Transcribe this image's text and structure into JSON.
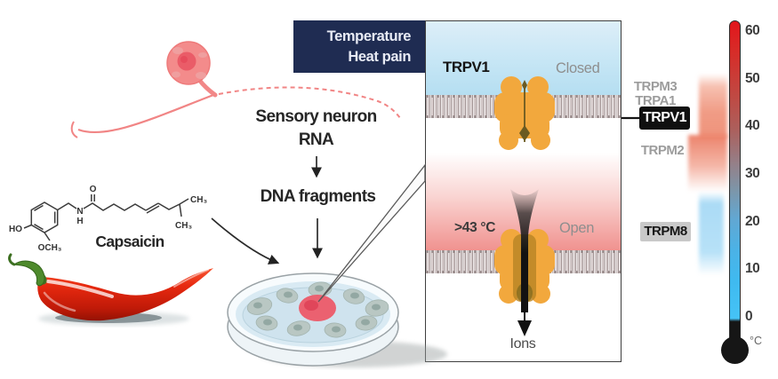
{
  "banner": {
    "line1": "Temperature",
    "line2": "Heat pain",
    "bg_color": "#1f2c52"
  },
  "workflow": {
    "sensory_neuron": "Sensory neuron",
    "rna": "RNA",
    "dna_fragments": "DNA fragments"
  },
  "capsaicin": {
    "name": "Capsaicin",
    "atoms": {
      "ho": "HO",
      "o": "O",
      "n": "N",
      "h": "H",
      "och3": "OCH₃",
      "ch3_top": "CH₃",
      "ch3_bottom": "CH₃"
    }
  },
  "membrane_panel": {
    "channel_name": "TRPV1",
    "state_closed": "Closed",
    "state_open": "Open",
    "threshold": ">43 °C",
    "ions_label": "Ions",
    "channel_color": "#f2a83d"
  },
  "thermometer": {
    "unit": "°C",
    "scale_min": 0,
    "scale_max": 60,
    "ticks": [
      "60",
      "50",
      "40",
      "30",
      "20",
      "10",
      "0"
    ],
    "hot_color": "#e2161c",
    "cold_color": "#45c3f6",
    "channel_labels": [
      {
        "label": "TRPM3",
        "style": "plain",
        "activation_range_c": "~40–51"
      },
      {
        "label": "TRPA1",
        "style": "plain",
        "activation_range_c": "~40–51"
      },
      {
        "label": "TRPV1",
        "style": "highlighted-black-box",
        "activation_range_c": ">43"
      },
      {
        "label": "TRPM2",
        "style": "plain",
        "activation_range_c": "~25–38"
      },
      {
        "label": "TRPM8",
        "style": "gray-box",
        "activation_range_c": "~10–25"
      }
    ]
  }
}
